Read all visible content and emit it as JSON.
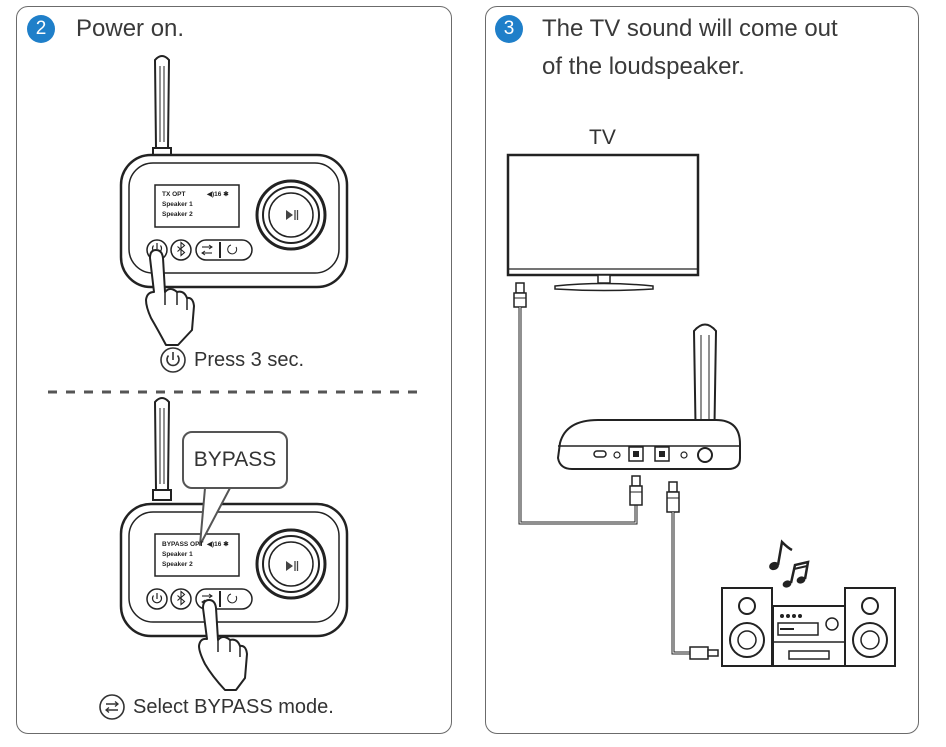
{
  "left_panel": {
    "step_number": "2",
    "step_title": "Power on.",
    "caption_press": "Press 3 sec.",
    "caption_select": "Select BYPASS mode.",
    "callout_label": "BYPASS",
    "device_top": {
      "lcd_line1_left": "TX  OPT",
      "lcd_line1_right": "◀)16 ✱",
      "lcd_line2": "Speaker 1",
      "lcd_line3": "Speaker 2"
    },
    "device_bottom": {
      "lcd_line1_left": "BYPASS  OPT",
      "lcd_line1_right": "◀)16 ✱",
      "lcd_line2": "Speaker 1",
      "lcd_line3": "Speaker 2"
    }
  },
  "right_panel": {
    "step_number": "3",
    "step_title_line1": "The TV sound will come out",
    "step_title_line2": "of the loudspeaker.",
    "tv_label": "TV"
  },
  "colors": {
    "badge": "#1f7fc9",
    "border": "#6b6b6b",
    "line": "#222222"
  },
  "icons": [
    "power-icon",
    "bluetooth-icon",
    "bypass-icon",
    "play-pause-icon",
    "music-note-icon"
  ]
}
